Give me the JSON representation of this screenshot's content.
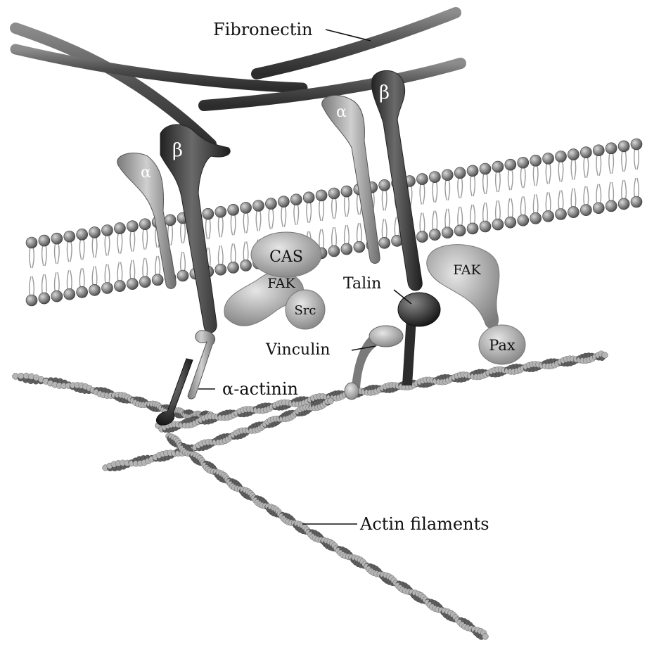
{
  "labels": {
    "fibronectin": "Fibronectin",
    "talin": "Talin",
    "vinculin": "Vinculin",
    "alpha_actinin": "α-actinin",
    "actin_filaments": "Actin filaments"
  },
  "integrins": [
    {
      "alpha": "α",
      "beta": "β"
    },
    {
      "alpha": "α",
      "beta": "β"
    }
  ],
  "complex_left": {
    "cas": "CAS",
    "fak": "FAK",
    "src": "Src"
  },
  "complex_right": {
    "fak": "FAK",
    "pax": "Pax"
  },
  "colors": {
    "lipid_head": "#7d7d7d",
    "lipid_tail": "#9a9a9a",
    "actin_dark": "#5e5e5e",
    "actin_light": "#b4b4b4",
    "beta_subunit": "#404040",
    "alpha_subunit": "#a6a6a6",
    "fibronectin": "#5c5c5c",
    "talin": "#2f2f2f",
    "vinculin": "#8a8a8a",
    "fak": "#b9b9b9"
  }
}
